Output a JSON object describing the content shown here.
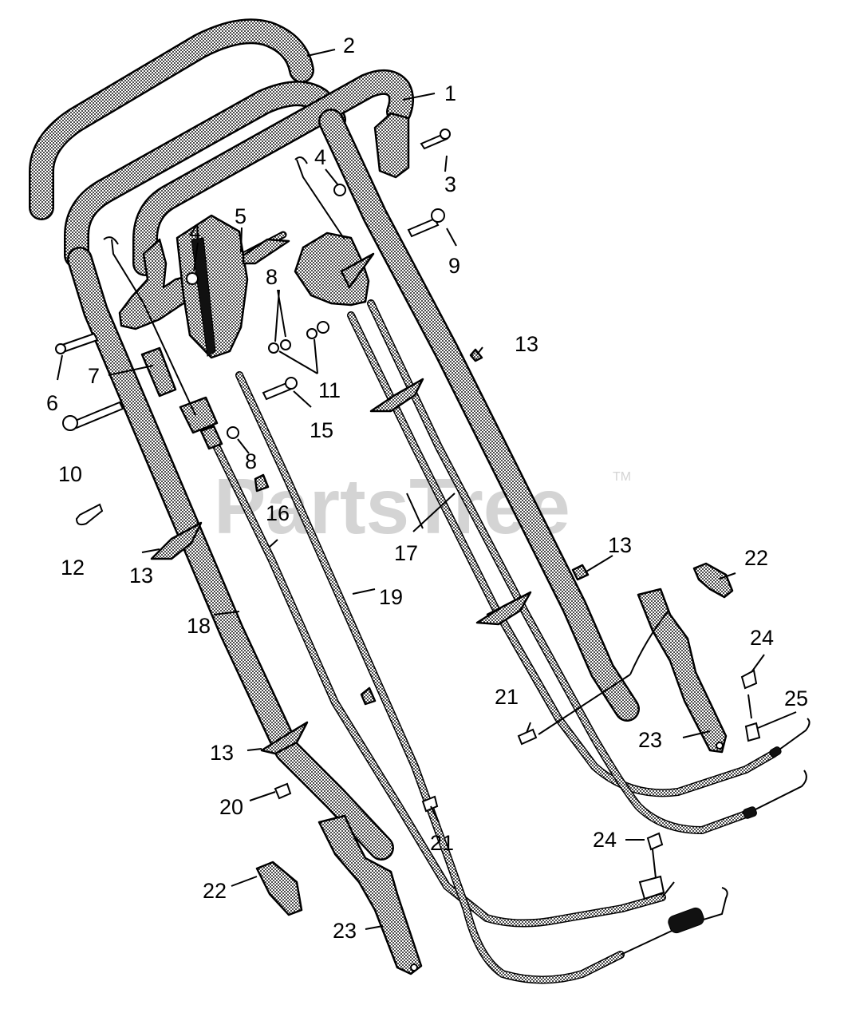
{
  "watermark": {
    "text": "PartsTree",
    "trademark": "TM"
  },
  "callouts": [
    {
      "id": "c1",
      "label": "1"
    },
    {
      "id": "c2",
      "label": "2"
    },
    {
      "id": "c3",
      "label": "3"
    },
    {
      "id": "c4a",
      "label": "4"
    },
    {
      "id": "c4b",
      "label": "4"
    },
    {
      "id": "c5",
      "label": "5"
    },
    {
      "id": "c6",
      "label": "6"
    },
    {
      "id": "c7",
      "label": "7"
    },
    {
      "id": "c8a",
      "label": "8"
    },
    {
      "id": "c8b",
      "label": "8"
    },
    {
      "id": "c9",
      "label": "9"
    },
    {
      "id": "c10",
      "label": "10"
    },
    {
      "id": "c11",
      "label": "11"
    },
    {
      "id": "c12",
      "label": "12"
    },
    {
      "id": "c13a",
      "label": "13"
    },
    {
      "id": "c13b",
      "label": "13"
    },
    {
      "id": "c13c",
      "label": "13"
    },
    {
      "id": "c13d",
      "label": "13"
    },
    {
      "id": "c15",
      "label": "15"
    },
    {
      "id": "c16",
      "label": "16"
    },
    {
      "id": "c17",
      "label": "17"
    },
    {
      "id": "c18",
      "label": "18"
    },
    {
      "id": "c19",
      "label": "19"
    },
    {
      "id": "c20",
      "label": "20"
    },
    {
      "id": "c21a",
      "label": "21"
    },
    {
      "id": "c21b",
      "label": "21"
    },
    {
      "id": "c22a",
      "label": "22"
    },
    {
      "id": "c22b",
      "label": "22"
    },
    {
      "id": "c23a",
      "label": "23"
    },
    {
      "id": "c23b",
      "label": "23"
    },
    {
      "id": "c24a",
      "label": "24"
    },
    {
      "id": "c24b",
      "label": "24"
    },
    {
      "id": "c25",
      "label": "25"
    }
  ]
}
